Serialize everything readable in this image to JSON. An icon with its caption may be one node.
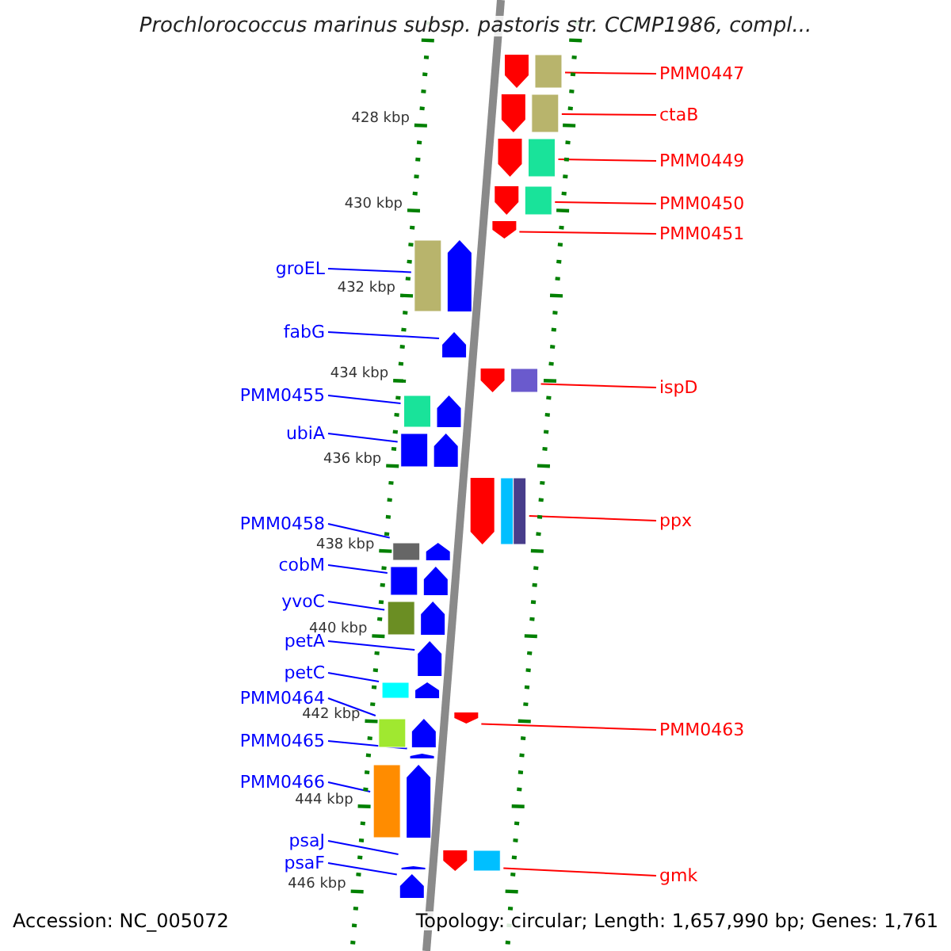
{
  "diagram": {
    "title": "Prochlorococcus marinus subsp. pastoris str. CCMP1986, compl...",
    "nodes": [
      {
        "text": [
          "PMM0447"
        ]
      },
      {
        "text": [],
        "shape": "arrow"
      },
      {
        "text": [
          "ctaB"
        ]
      },
      {
        "text": [],
        "shape": "arrow"
      },
      {
        "text": [
          "PMM0449"
        ]
      },
      {
        "text": [],
        "shape": "arrow"
      },
      {
        "text": [
          "PMM0450"
        ]
      },
      {
        "text": [],
        "shape": "arrow"
      },
      {
        "text": [
          "PMM0451"
        ]
      },
      {
        "text": [],
        "shape": "arrow"
      },
      {
        "text": [
          "groEL"
        ]
      },
      {
        "text": [],
        "shape": "arrow"
      },
      {
        "text": [
          "fabG"
        ]
      },
      {
        "text": [],
        "shape": "arrow"
      },
      {
        "text": [
          "ispD"
        ]
      },
      {
        "text": [],
        "shape": "arrow"
      },
      {
        "text": [
          "PMM0455"
        ]
      },
      {
        "text": [],
        "shape": "arrow"
      },
      {
        "text": [
          "ubiA"
        ]
      },
      {
        "text": [],
        "shape": "arrow"
      },
      {
        "text": [
          "ppx"
        ]
      },
      {
        "text": [],
        "shape": "arrow"
      },
      {
        "text": [
          "PMM0458"
        ]
      },
      {
        "text": [],
        "shape": "arrow"
      },
      {
        "text": [
          "cobM"
        ]
      },
      {
        "text": [],
        "shape": "arrow"
      },
      {
        "text": [
          "yvoC"
        ]
      },
      {
        "text": [],
        "shape": "arrow"
      },
      {
        "text": [
          "petA"
        ]
      },
      {
        "text": [],
        "shape": "arrow"
      },
      {
        "text": [
          "petC"
        ]
      },
      {
        "text": [],
        "shape": "arrow"
      },
      {
        "text": [
          "PMM0464"
        ]
      },
      {
        "text": [],
        "shape": "arrow"
      },
      {
        "text": [
          "PMM0463"
        ]
      },
      {
        "text": [],
        "shape": "arrow"
      },
      {
        "text": [
          "PMM0465"
        ]
      },
      {
        "text": [],
        "shape": "arrow"
      },
      {
        "text": [
          "PMM0466"
        ]
      },
      {
        "text": [],
        "shape": "arrow"
      },
      {
        "text": [
          "psaJ"
        ]
      },
      {
        "text": [],
        "shape": "arrow"
      },
      {
        "text": [
          "psaF"
        ]
      },
      {
        "text": [],
        "shape": "arrow"
      },
      {
        "text": [
          "gmk"
        ]
      },
      {
        "text": [],
        "shape": "arrow"
      }
    ],
    "edges": [
      {
        "from": 0,
        "to": 1,
        "arrow": "none",
        "color": "#ff0000"
      },
      {
        "from": 2,
        "to": 3,
        "arrow": "none",
        "color": "#ff0000"
      },
      {
        "from": 4,
        "to": 5,
        "arrow": "none",
        "color": "#ff0000"
      },
      {
        "from": 6,
        "to": 7,
        "arrow": "none",
        "color": "#ff0000"
      },
      {
        "from": 8,
        "to": 9,
        "arrow": "none",
        "color": "#ff0000"
      },
      {
        "from": 10,
        "to": 11,
        "arrow": "none"
      },
      {
        "from": 12,
        "to": 13,
        "arrow": "none"
      },
      {
        "from": 14,
        "to": 15,
        "arrow": "none",
        "color": "#ff0000"
      },
      {
        "from": 16,
        "to": 17,
        "arrow": "none"
      },
      {
        "from": 18,
        "to": 19,
        "arrow": "none"
      },
      {
        "from": 20,
        "to": 21,
        "arrow": "none",
        "color": "#ff0000"
      },
      {
        "from": 22,
        "to": 23,
        "arrow": "none"
      },
      {
        "from": 24,
        "to": 25,
        "arrow": "none"
      },
      {
        "from": 26,
        "to": 27,
        "arrow": "none"
      },
      {
        "from": 28,
        "to": 29,
        "arrow": "none"
      },
      {
        "from": 30,
        "to": 31,
        "arrow": "none"
      },
      {
        "from": 32,
        "to": 33,
        "arrow": "none"
      },
      {
        "from": 34,
        "to": 35,
        "arrow": "none",
        "color": "#ff0000"
      },
      {
        "from": 36,
        "to": 37,
        "arrow": "none"
      },
      {
        "from": 38,
        "to": 39,
        "arrow": "none"
      },
      {
        "from": 40,
        "to": 41,
        "arrow": "none"
      },
      {
        "from": 42,
        "to": 43,
        "arrow": "none"
      },
      {
        "from": 44,
        "to": 45,
        "arrow": "none",
        "color": "#ff0000"
      }
    ],
    "labels": [
      "428 kbp",
      "430 kbp",
      "432 kbp",
      "434 kbp",
      "436 kbp",
      "438 kbp",
      "440 kbp",
      "442 kbp",
      "444 kbp",
      "446 kbp",
      "Accession: NC_005072",
      "Topology: circular; Length: 1,657,990 bp; Genes: 1,761"
    ]
  }
}
